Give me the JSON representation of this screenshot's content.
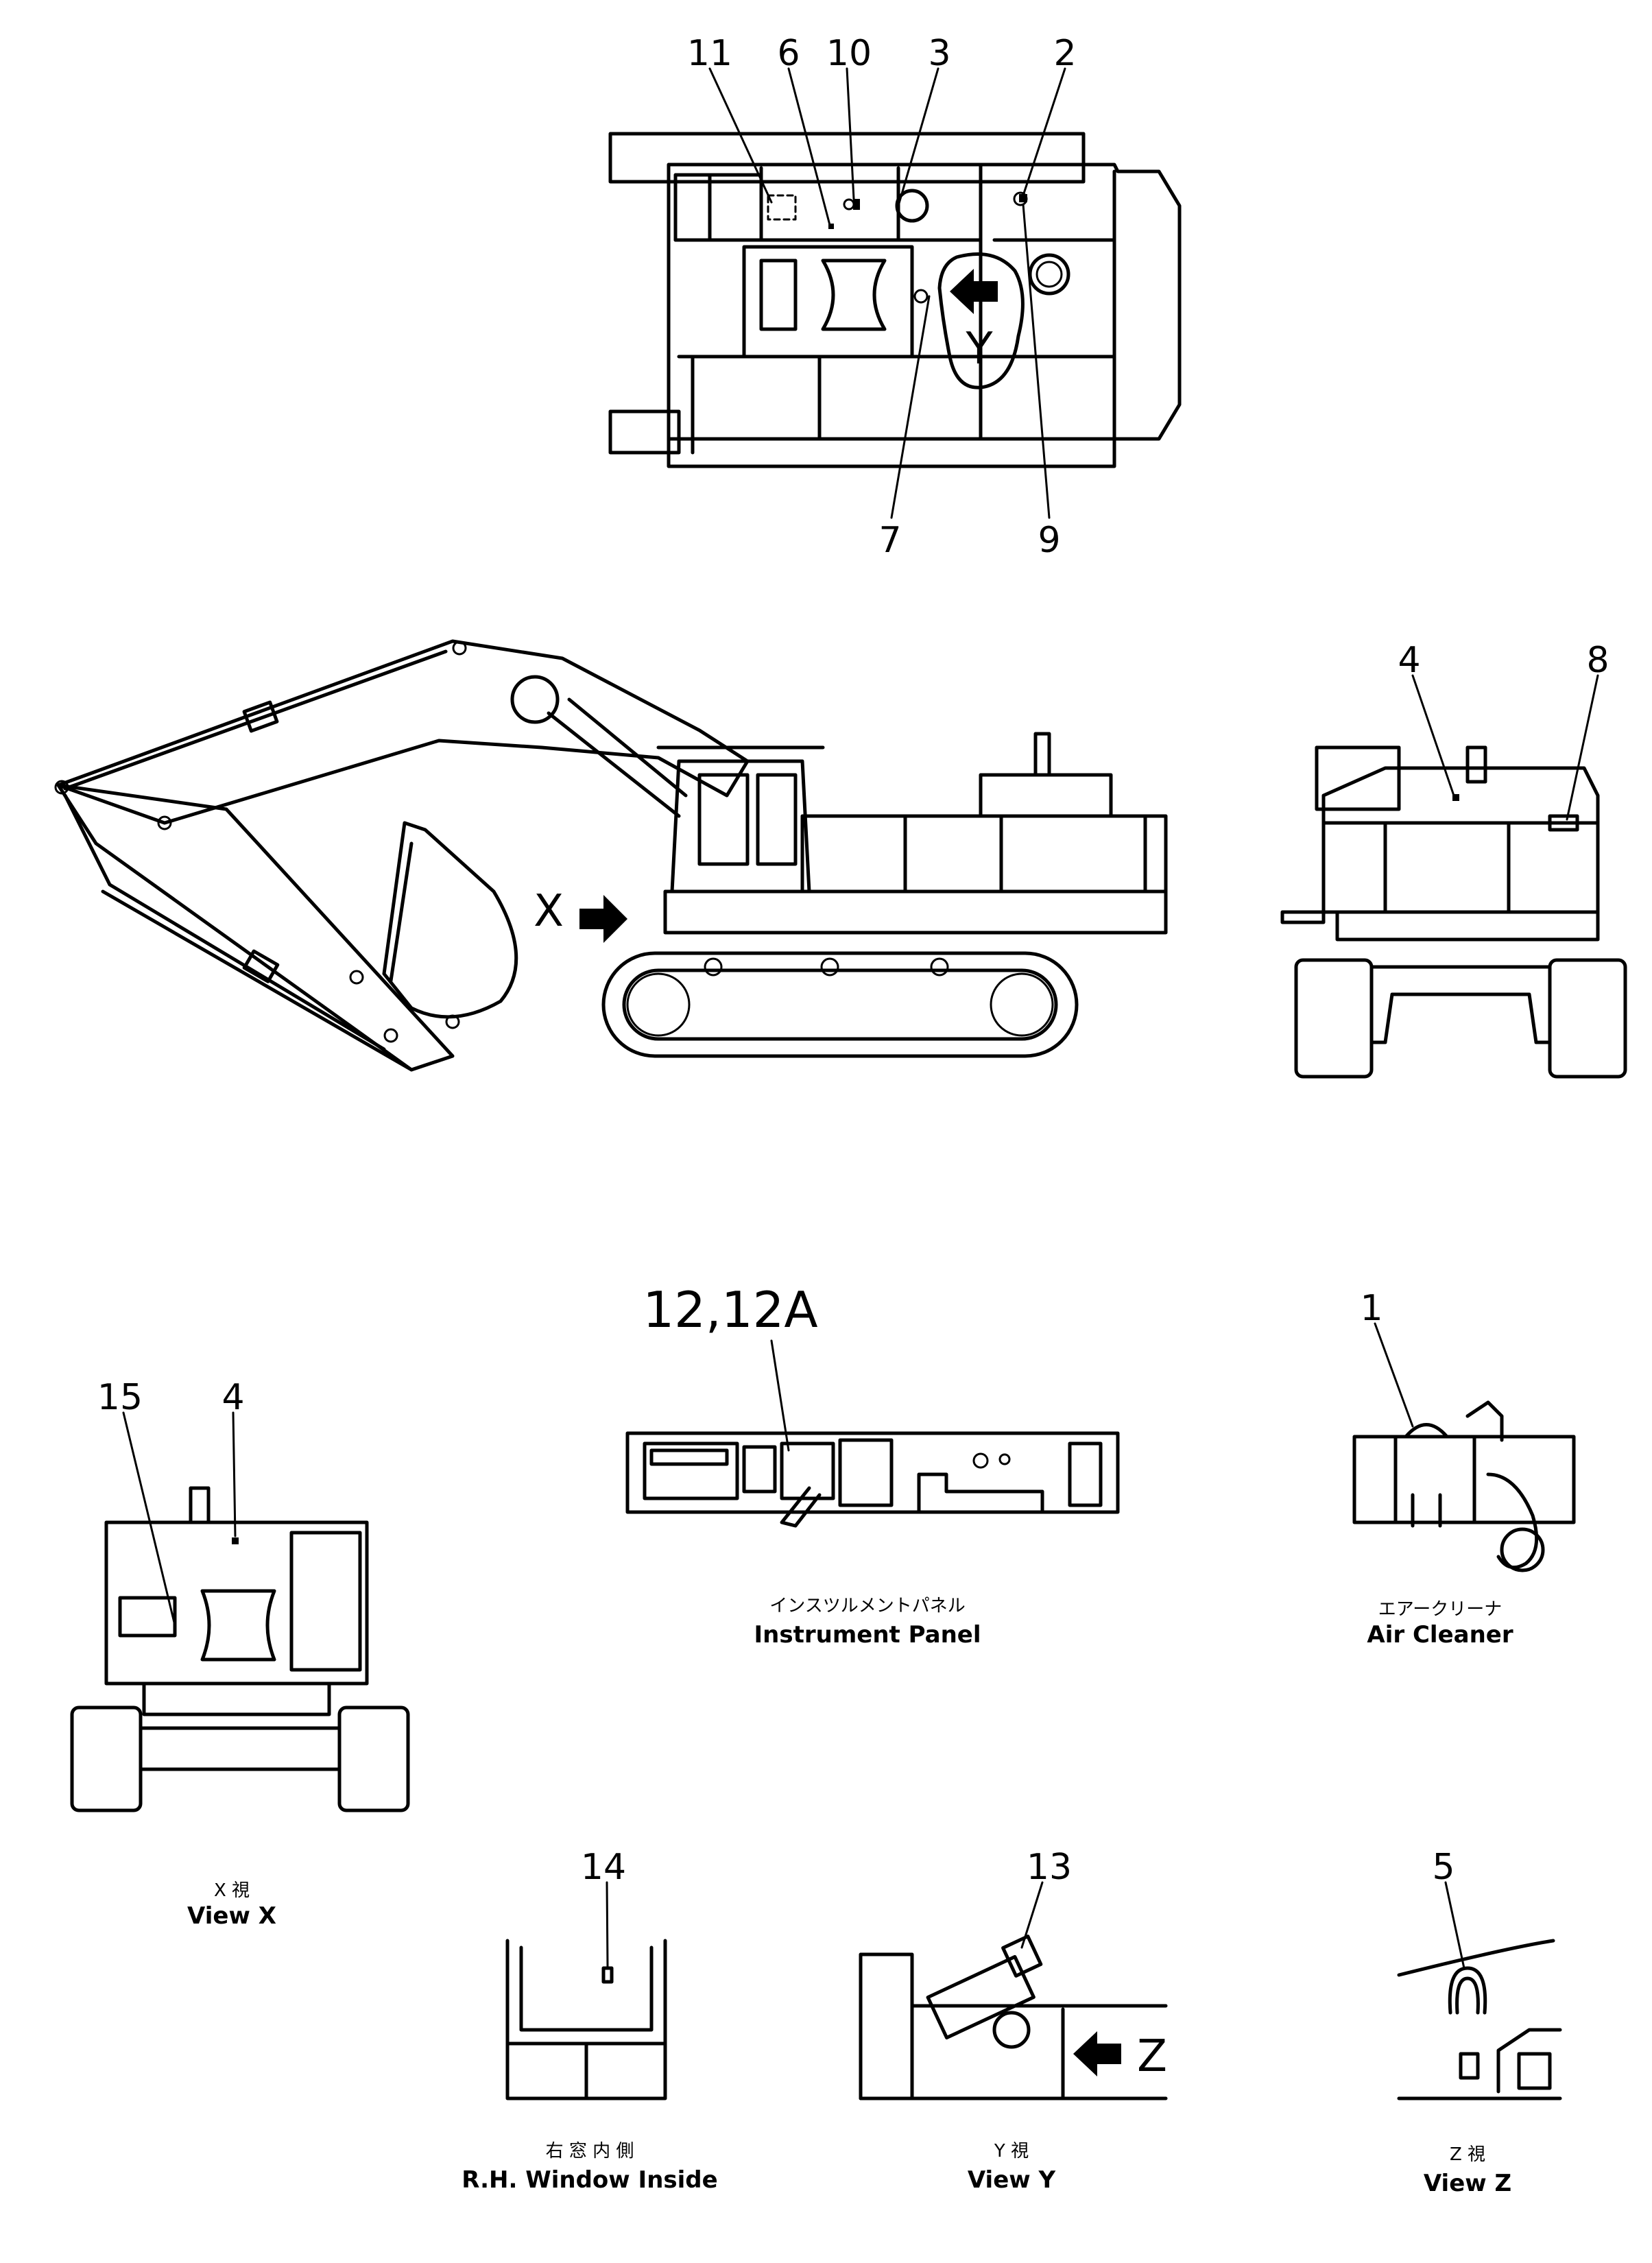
{
  "top_view": {
    "callouts": [
      "11",
      "6",
      "10",
      "3",
      "2",
      "7",
      "9"
    ],
    "view_marker": "Y"
  },
  "side_view": {
    "view_marker": "X"
  },
  "rear_view": {
    "callouts": [
      "4",
      "8"
    ]
  },
  "instrument_panel": {
    "callout": "12,12A",
    "caption_jp": "インスツルメントパネル",
    "caption_en": "Instrument Panel"
  },
  "air_cleaner": {
    "callout": "1",
    "caption_jp": "エアークリーナ",
    "caption_en": "Air Cleaner"
  },
  "view_x": {
    "callouts": [
      "15",
      "4"
    ],
    "caption_jp": "X 視",
    "caption_en": "View X"
  },
  "window_inside": {
    "callout": "14",
    "caption_jp": "右 窓 内 側",
    "caption_en": "R.H. Window Inside"
  },
  "view_y": {
    "callout": "13",
    "view_marker": "Z",
    "caption_jp": "Y 視",
    "caption_en": "View Y"
  },
  "view_z": {
    "callout": "5",
    "caption_jp": "Z 視",
    "caption_en": "View Z"
  }
}
